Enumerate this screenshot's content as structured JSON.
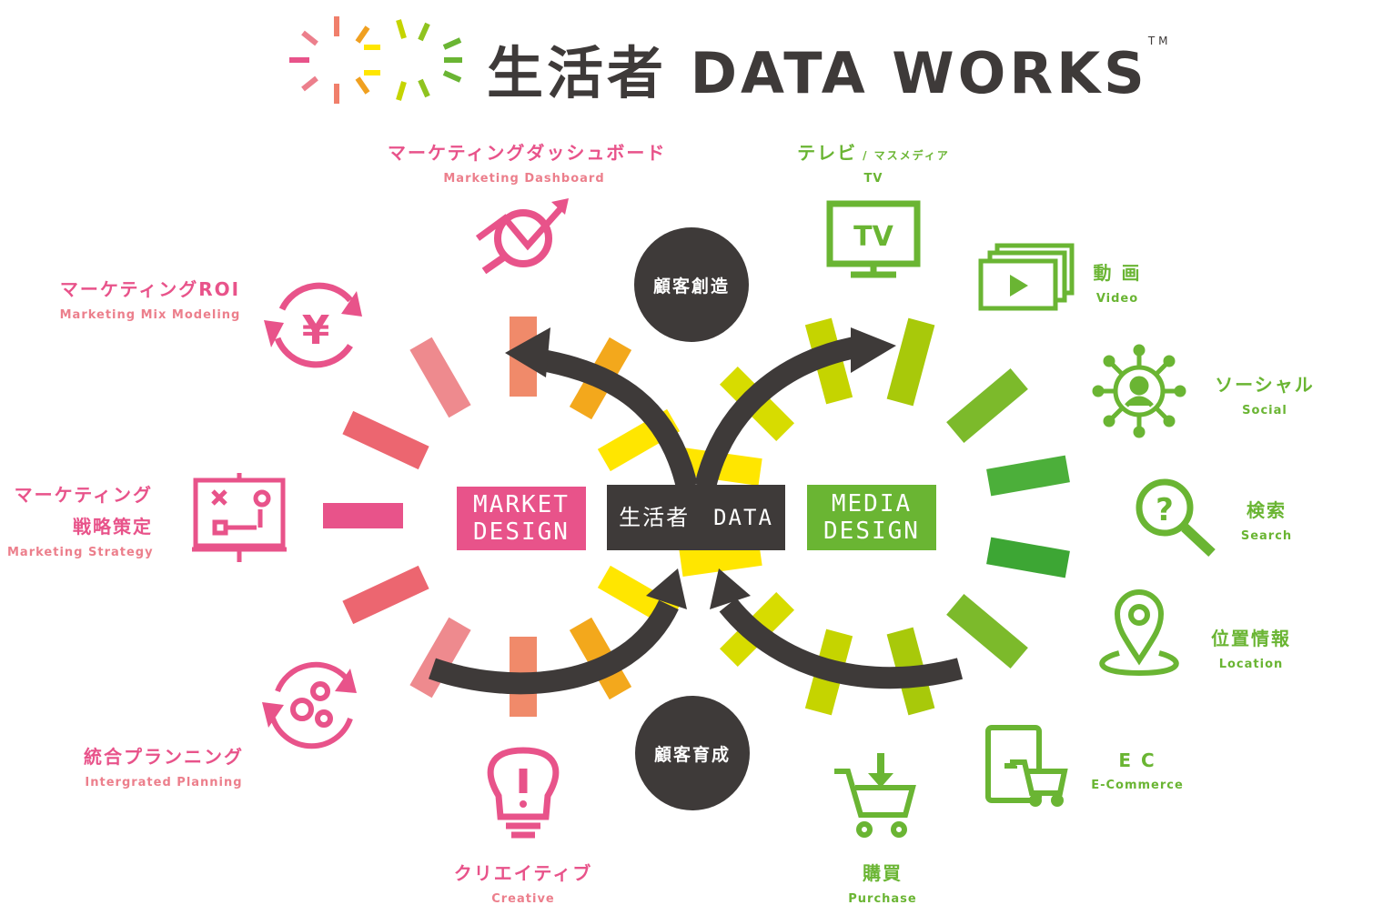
{
  "header": {
    "title": "生活者 DATA WORKS",
    "trademark": "TM"
  },
  "center": {
    "core_label_jp": "生活者",
    "core_label_en": "DATA",
    "market_design_line1": "MARKET",
    "market_design_line2": "DESIGN",
    "media_design_line1": "MEDIA",
    "media_design_line2": "DESIGN",
    "top_circle": "顧客創造",
    "bottom_circle": "顧客育成"
  },
  "left_items": {
    "dashboard": {
      "jp": "マーケティングダッシュボード",
      "en": "Marketing Dashboard",
      "icon": "chart-magnifier-icon"
    },
    "roi": {
      "jp": "マーケティングROI",
      "en": "Marketing Mix Modeling",
      "icon": "yen-cycle-icon"
    },
    "strategy": {
      "jp1": "マーケティング",
      "jp2": "戦略策定",
      "en": "Marketing Strategy",
      "icon": "strategy-board-icon"
    },
    "planning": {
      "jp": "統合プランニング",
      "en": "Intergrated Planning",
      "icon": "gears-cycle-icon"
    },
    "creative": {
      "jp": "クリエイティブ",
      "en": "Creative",
      "icon": "idea-bulb-icon"
    }
  },
  "right_items": {
    "tv": {
      "jp": "テレビ",
      "jp_sub": "/ マスメディア",
      "en": "TV",
      "icon": "tv-icon",
      "icon_text": "TV"
    },
    "video": {
      "jp": "動 画",
      "en": "Video",
      "icon": "video-icon"
    },
    "social": {
      "jp": "ソーシャル",
      "en": "Social",
      "icon": "social-network-icon"
    },
    "search": {
      "jp": "検索",
      "en": "Search",
      "icon": "search-icon"
    },
    "location": {
      "jp": "位置情報",
      "en": "Location",
      "icon": "location-pin-icon"
    },
    "ec": {
      "jp": "E C",
      "en": "E-Commerce",
      "icon": "ecommerce-cart-icon"
    },
    "purchase": {
      "jp": "購買",
      "en": "Purchase",
      "icon": "purchase-cart-icon"
    }
  },
  "colors": {
    "dark": "#3e3a39",
    "pink": "#e8538a",
    "salmon": "#ec7f8c",
    "orange": "#f0a020",
    "yellow": "#ffe600",
    "lime": "#c5d400",
    "green": "#6ab533",
    "market_box": "#e8538a",
    "media_box": "#6ab533"
  }
}
